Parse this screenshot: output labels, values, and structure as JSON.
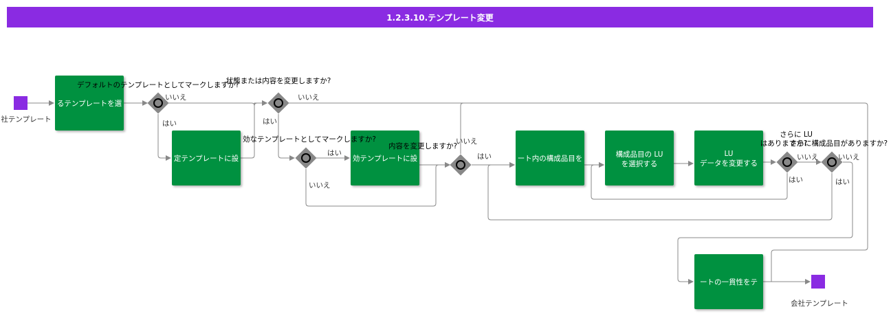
{
  "title": "1.2.3.10.テンプレート変更",
  "colors": {
    "header": "#8a2be2",
    "task": "#00913f",
    "event": "#8a2be2",
    "gateway": "#888888",
    "edge": "#888888"
  },
  "events": {
    "start": "社テンプレート",
    "end": "会社テンプレート"
  },
  "tasks": {
    "t1": "るテンプレートを選",
    "t2": "定テンプレートに設",
    "t3": "効テンプレートに設",
    "t4": "ート内の構成品目を",
    "t5": [
      "構成品目の LU",
      "を選択する"
    ],
    "t6": [
      "LU",
      "データを変更する"
    ],
    "t7": "ートの一貫性をテ"
  },
  "questions": {
    "g1": "デフォルトのテンプレートとしてマークしますか?",
    "g2": "状態または内容を変更しますか?",
    "g3": "効なテンプレートとしてマークしますか?",
    "g4": "内容を変更しますか?",
    "g5": [
      "さらに LU",
      "はありますか?"
    ],
    "g6": "さらに構成品目がありますか?"
  },
  "flow_labels": {
    "yes": "はい",
    "no": "いいえ"
  }
}
